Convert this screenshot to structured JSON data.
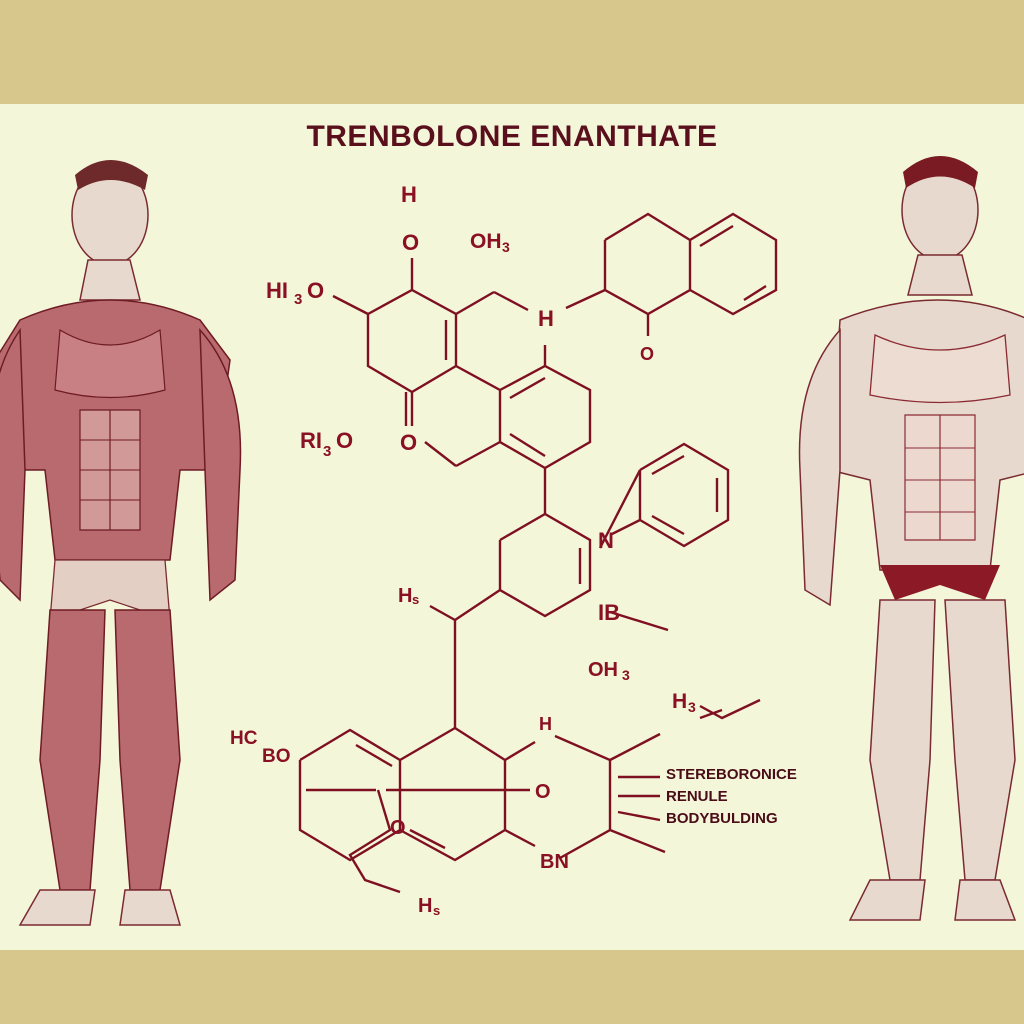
{
  "title": "TRENBOLONE ENANTHATE",
  "colors": {
    "band": "#d8c78c",
    "background": "#f4f6d9",
    "ink": "#7e1021",
    "title": "#5a0f1c"
  },
  "structure_labels": {
    "top_h": "H",
    "top_o": "O",
    "oh_top": "OH",
    "oh_top_sub": "3",
    "h3o_left": "HI",
    "h3o_left_sub": "3",
    "h3o_left_o": "O",
    "h_mid": "H",
    "o_right_ring": "O",
    "ri3o": "RI",
    "ri3o_sub": "3",
    "ri3o_o": "O",
    "o_ester": "O",
    "n_label": "N",
    "ib_label": "IB",
    "oh3_label": "OH",
    "oh3_sub": "3",
    "hs_mid": "H",
    "hs_mid_sub": "s",
    "h3_right": "H",
    "h3_right_sub": "3",
    "hcbo": "HC",
    "hcbo_b": "BO",
    "h_lower": "H",
    "o_lower_center": "O",
    "o_lower_left": "O",
    "bn_label": "BN",
    "hs_bottom": "H",
    "hs_bottom_sub": "s"
  },
  "annotations": [
    {
      "text": "STEREBORONICE"
    },
    {
      "text": "RENULE"
    },
    {
      "text": "BODYBULDING"
    }
  ],
  "figures": [
    {
      "name": "left-muscular-figure",
      "style": "anatomical muscle illustration, front view"
    },
    {
      "name": "right-muscular-figure",
      "style": "anatomical muscle illustration, front view"
    }
  ]
}
